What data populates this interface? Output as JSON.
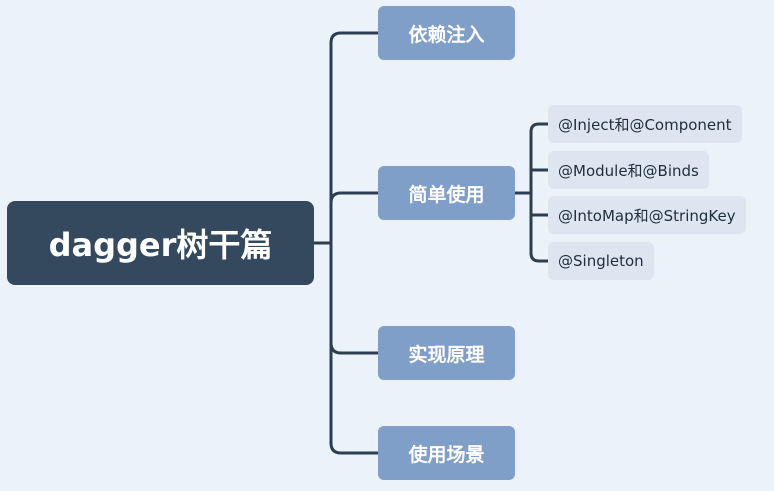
{
  "root": {
    "label": "dagger树干篇"
  },
  "branches": [
    {
      "label": "依赖注入"
    },
    {
      "label": "简单使用"
    },
    {
      "label": "实现原理"
    },
    {
      "label": "使用场景"
    }
  ],
  "leaves": [
    {
      "label": "@Inject和@Component"
    },
    {
      "label": "@Module和@Binds"
    },
    {
      "label": "@IntoMap和@StringKey"
    },
    {
      "label": "@Singleton"
    }
  ],
  "colors": {
    "background": "#ecf2f9",
    "root": "#34495e",
    "branch": "#7f9ec8",
    "leaf": "#dde6f0",
    "line": "#2c3e50"
  }
}
